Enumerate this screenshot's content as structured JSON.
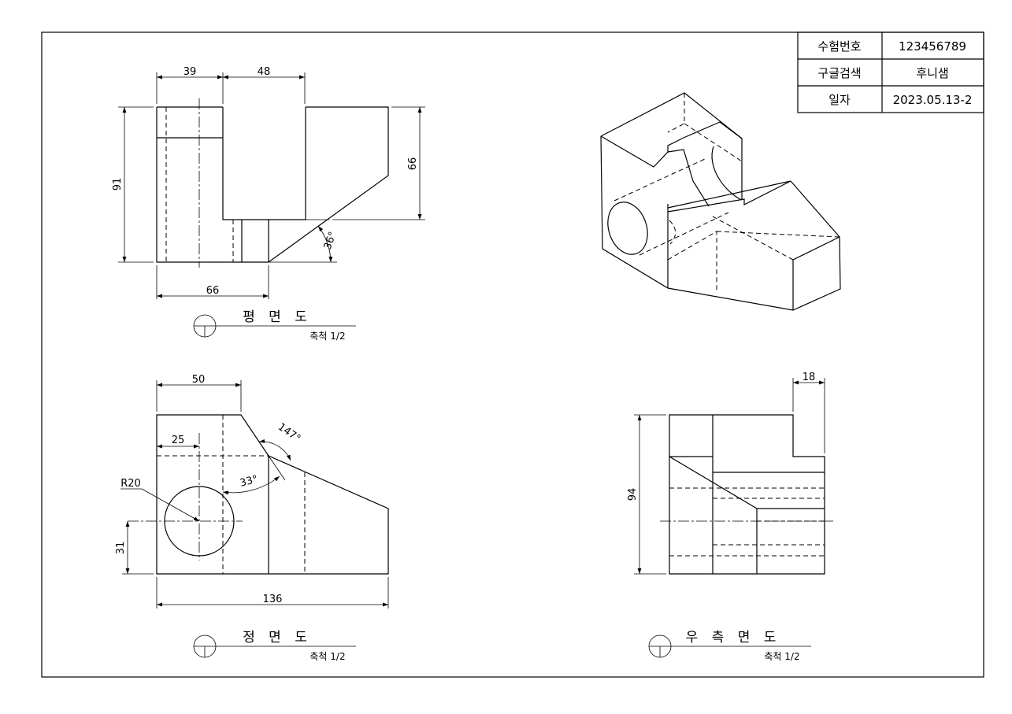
{
  "title_block": {
    "rows": [
      {
        "label": "수험번호",
        "value": "123456789"
      },
      {
        "label": "구글검색",
        "value": "후니샘"
      },
      {
        "label": "일자",
        "value": "2023.05.13-2"
      }
    ]
  },
  "views": {
    "plan": {
      "title": "평 면 도",
      "scale": "축척 1/2"
    },
    "front": {
      "title": "정 면 도",
      "scale": "축척 1/2"
    },
    "right": {
      "title": "우 측 면 도",
      "scale": "축척 1/2"
    }
  },
  "dimensions": {
    "plan": {
      "w39": "39",
      "w48": "48",
      "h91": "91",
      "h66": "66",
      "w66": "66",
      "a36": "36°"
    },
    "front": {
      "w50": "50",
      "w25": "25",
      "a147": "147°",
      "a33": "33°",
      "r20": "R20",
      "h31": "31",
      "w136": "136"
    },
    "right": {
      "w18": "18",
      "h94": "94"
    }
  }
}
